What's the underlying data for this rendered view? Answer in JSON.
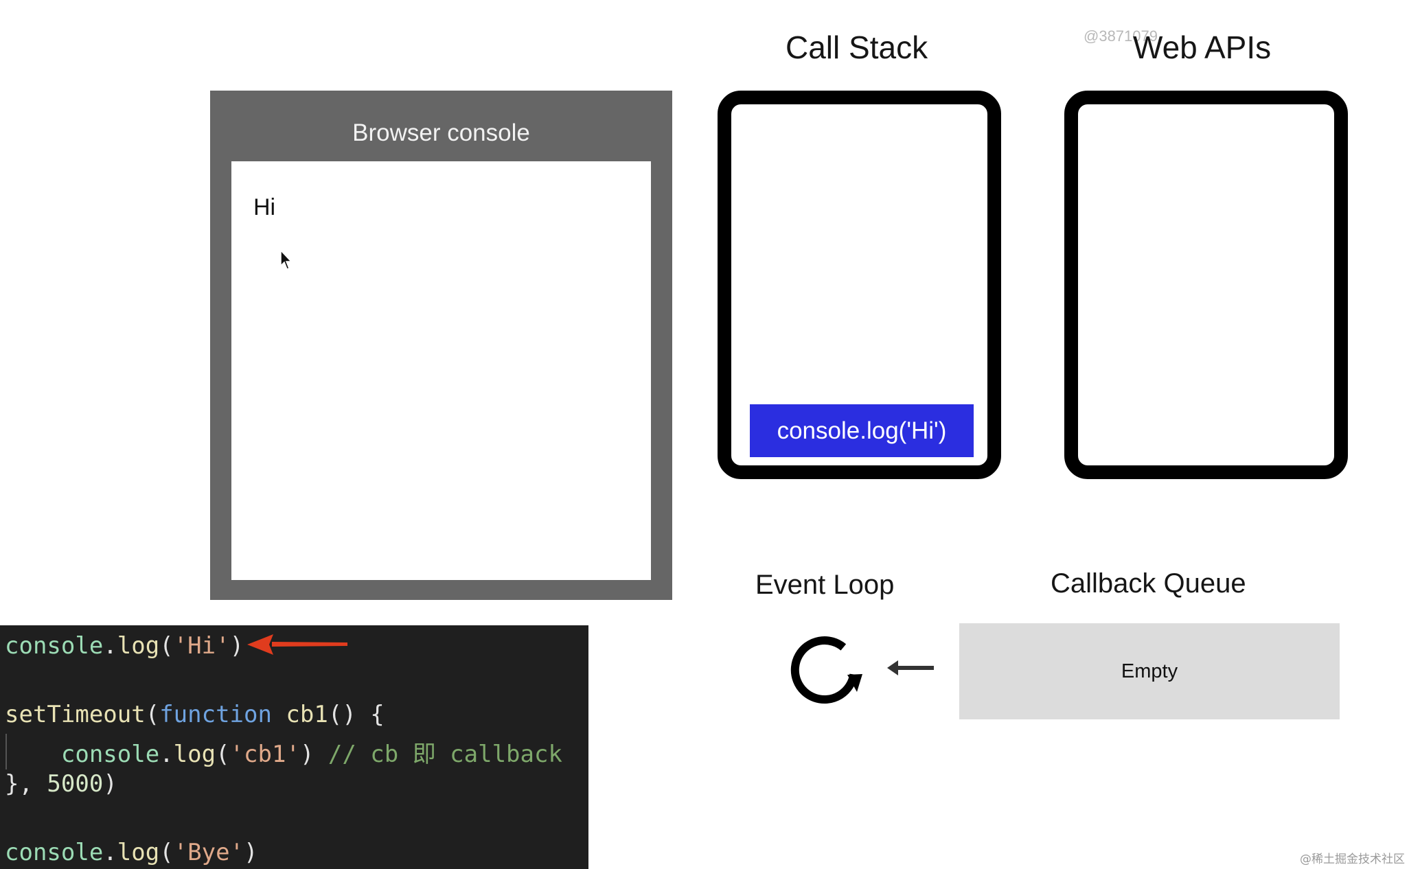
{
  "browser_console": {
    "title": "Browser console",
    "output_lines": [
      "Hi"
    ]
  },
  "call_stack": {
    "title": "Call Stack",
    "frames": [
      "console.log('Hi')"
    ]
  },
  "web_apis": {
    "title": "Web APIs"
  },
  "event_loop": {
    "title": "Event Loop"
  },
  "callback_queue": {
    "title": "Callback Queue",
    "content": "Empty"
  },
  "code": {
    "line1": {
      "obj": "console",
      "dot": ".",
      "fn": "log",
      "open": "(",
      "str": "'Hi'",
      "close": ")"
    },
    "line2": {
      "fn": "setTimeout",
      "open": "(",
      "kw": "function",
      "name": " cb1",
      "rest": "() {"
    },
    "line3": {
      "indent": "    ",
      "obj": "console",
      "dot": ".",
      "fn": "log",
      "open": "(",
      "str": "'cb1'",
      "close": ")",
      "comment": " // cb 即 callback"
    },
    "line4": {
      "start": "}, ",
      "num": "5000",
      "close": ")"
    },
    "line5": {
      "obj": "console",
      "dot": ".",
      "fn": "log",
      "open": "(",
      "str": "'Bye'",
      "close": ")"
    }
  },
  "colors": {
    "console_frame": "#666666",
    "frame_block": "#2b2ee0",
    "queue": "#dcdcdc",
    "code_bg": "#1f1f1f",
    "pointer_arrow": "#e03c1e"
  },
  "icons": [
    "cursor-icon",
    "event-loop-icon",
    "left-arrow-icon",
    "pointer-arrow-icon"
  ],
  "watermarks": {
    "top": "@3871079",
    "bottom": "@稀土掘金技术社区"
  }
}
